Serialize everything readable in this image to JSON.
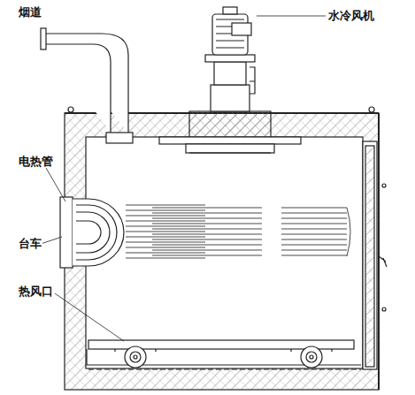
{
  "diagram": {
    "labels": [
      "烟道",
      "水冷风机",
      "电热管",
      "台车",
      "热风口"
    ]
  }
}
